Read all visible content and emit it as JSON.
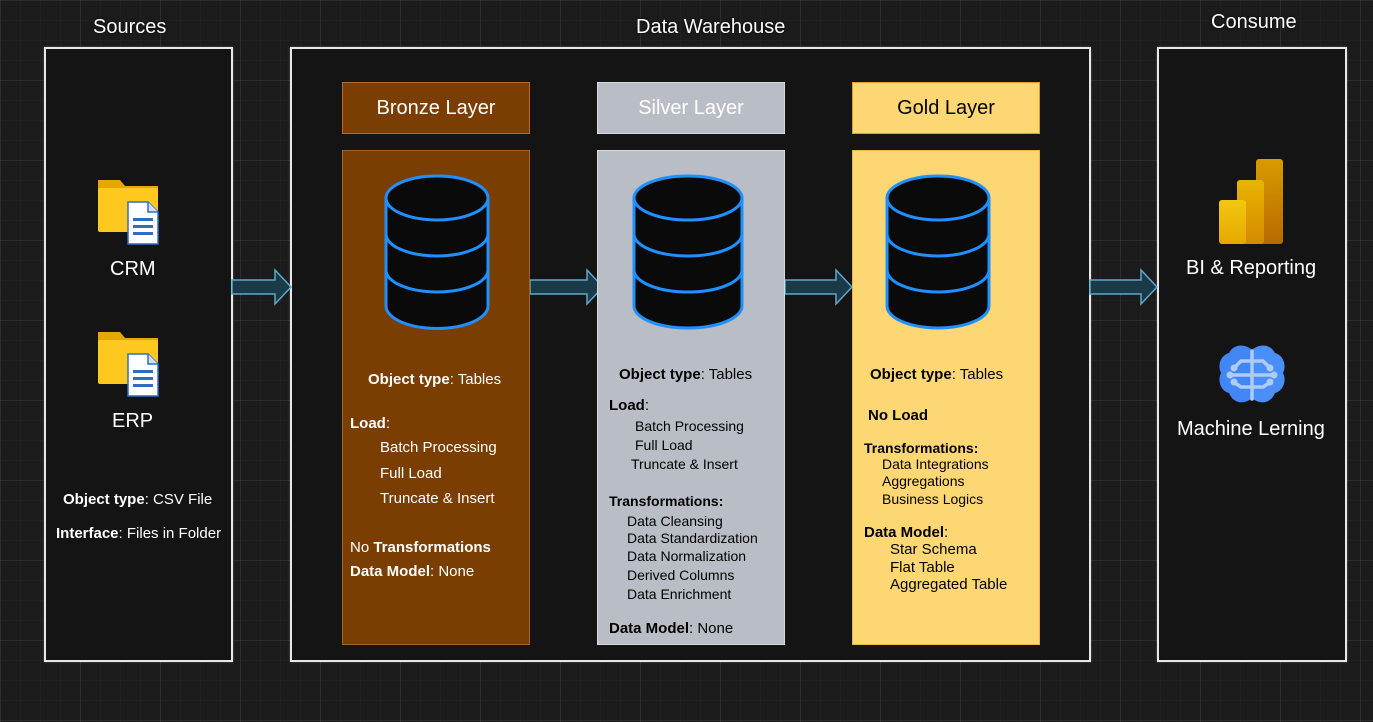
{
  "headings": {
    "sources": "Sources",
    "warehouse": "Data Warehouse",
    "consume": "Consume"
  },
  "sources": {
    "crm": "CRM",
    "erp": "ERP",
    "object_type_key": "Object type",
    "object_type_value": ": CSV File",
    "interface_key": "Interface",
    "interface_value": ": Files in Folder"
  },
  "bronze": {
    "title": "Bronze Layer",
    "object_type_key": "Object type",
    "object_type_value": ": Tables",
    "load_key": "Load",
    "load_colon": ":",
    "load_items": [
      "Batch Processing",
      "Full Load",
      "Truncate & Insert"
    ],
    "no_prefix": "No ",
    "transformations": "Transformations",
    "data_model_key": "Data Model",
    "data_model_value": ": None"
  },
  "silver": {
    "title": "Silver Layer",
    "object_type_key": "Object type",
    "object_type_value": ": Tables",
    "load_key": "Load",
    "load_colon": ":",
    "load_items": [
      "Batch Processing",
      "Full Load",
      "Truncate & Insert"
    ],
    "transformations_key": "Transformations:",
    "transformation_items": [
      "Data Cleansing",
      "Data Standardization",
      "Data Normalization",
      "Derived Columns",
      "Data Enrichment"
    ],
    "data_model_key": "Data Model",
    "data_model_value": ": None"
  },
  "gold": {
    "title": "Gold Layer",
    "object_type_key": "Object type",
    "object_type_value": ": Tables",
    "no_load": "No Load",
    "transformations_key": "Transformations:",
    "transformation_items": [
      "Data Integrations",
      "Aggregations",
      "Business Logics"
    ],
    "data_model_key": "Data Model",
    "data_model_colon": ":",
    "data_model_items": [
      "Star Schema",
      "Flat Table",
      "Aggregated Table"
    ]
  },
  "consume": {
    "bi": "BI & Reporting",
    "ml": "Machine Lerning"
  },
  "icons": {
    "folder": "folder-document-icon",
    "database": "database-icon",
    "bi": "power-bi-icon",
    "ml": "machine-learning-brain-icon",
    "arrow": "flow-arrow-icon"
  },
  "colors": {
    "bronze": "#7a3e02",
    "silver": "#b9bec6",
    "gold": "#fdd773",
    "db_stroke": "#1e90ff",
    "arrow": "#1a3a4a"
  }
}
